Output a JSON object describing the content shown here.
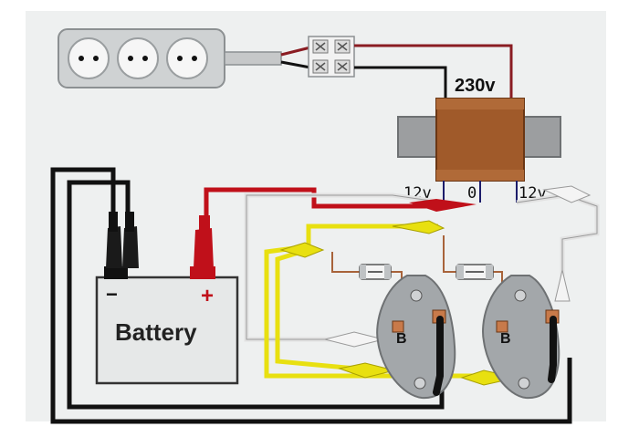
{
  "transformer": {
    "primary_label": "230v",
    "secondary_left_label": "12v",
    "secondary_center_label": "0",
    "secondary_right_label": "12v"
  },
  "battery": {
    "label": "Battery",
    "negative_symbol": "−",
    "positive_symbol": "+"
  },
  "transistors": {
    "left_base_label": "B",
    "right_base_label": "B"
  },
  "colors": {
    "background_panel": "#eef0f0",
    "wire_black": "#111111",
    "wire_red": "#c0101a",
    "wire_yellow": "#e8e010",
    "wire_white": "#f4f4f4",
    "wire_brown": "#8a1c22",
    "transformer_core": "#9c9ea0",
    "transformer_coil": "#a05a2a",
    "battery_body": "#e6e8e8",
    "heatsink": "#a3a7aa"
  },
  "icons": {
    "power_strip": "power-strip-icon",
    "terminal_block": "terminal-block-icon",
    "fuse": "fuse-icon",
    "clip": "alligator-clip-icon"
  }
}
